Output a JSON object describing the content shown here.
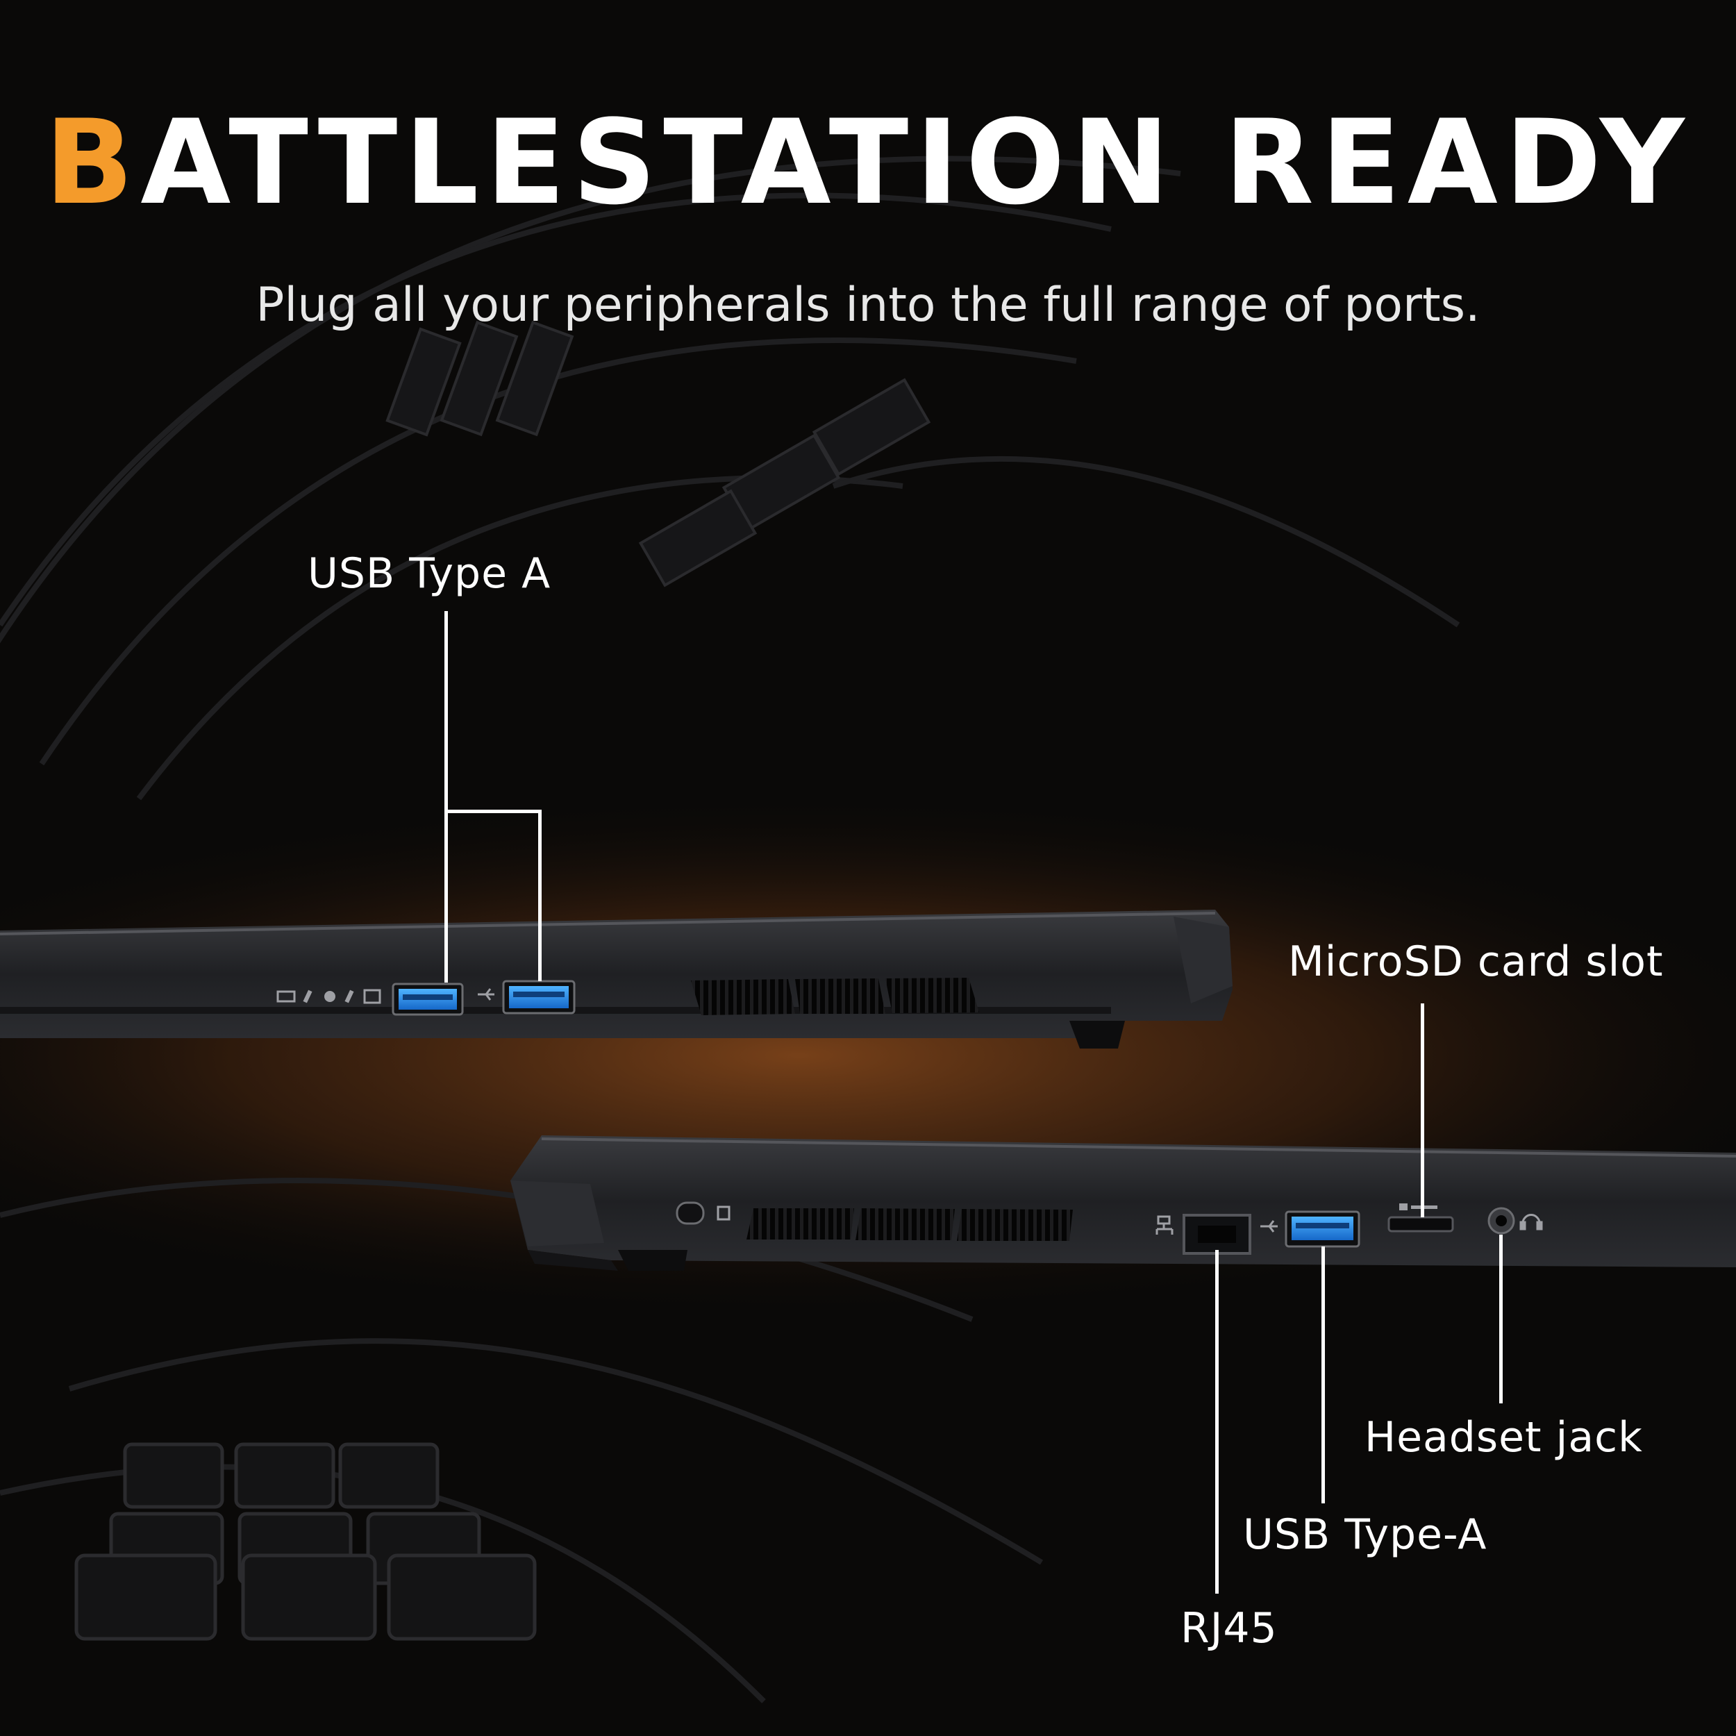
{
  "headline": {
    "initial": "B",
    "rest": "ATTLESTATION READY"
  },
  "subtitle": "Plug all your peripherals into the full range of ports.",
  "callouts": {
    "usb_type_a_left": "USB Type A",
    "microsd": "MicroSD card slot",
    "headset": "Headset jack",
    "usb_type_a_right": "USB Type-A",
    "rj45": "RJ45"
  },
  "colors": {
    "accent": "#f49b2b",
    "background": "#0a0908",
    "glow": "#8a4a1c",
    "text": "#ffffff"
  },
  "icons": [
    "battery-icon",
    "power-light-icon",
    "hdd-light-icon",
    "usb-icon",
    "lock-icon",
    "ethernet-icon",
    "microsd-icon",
    "headset-icon"
  ]
}
